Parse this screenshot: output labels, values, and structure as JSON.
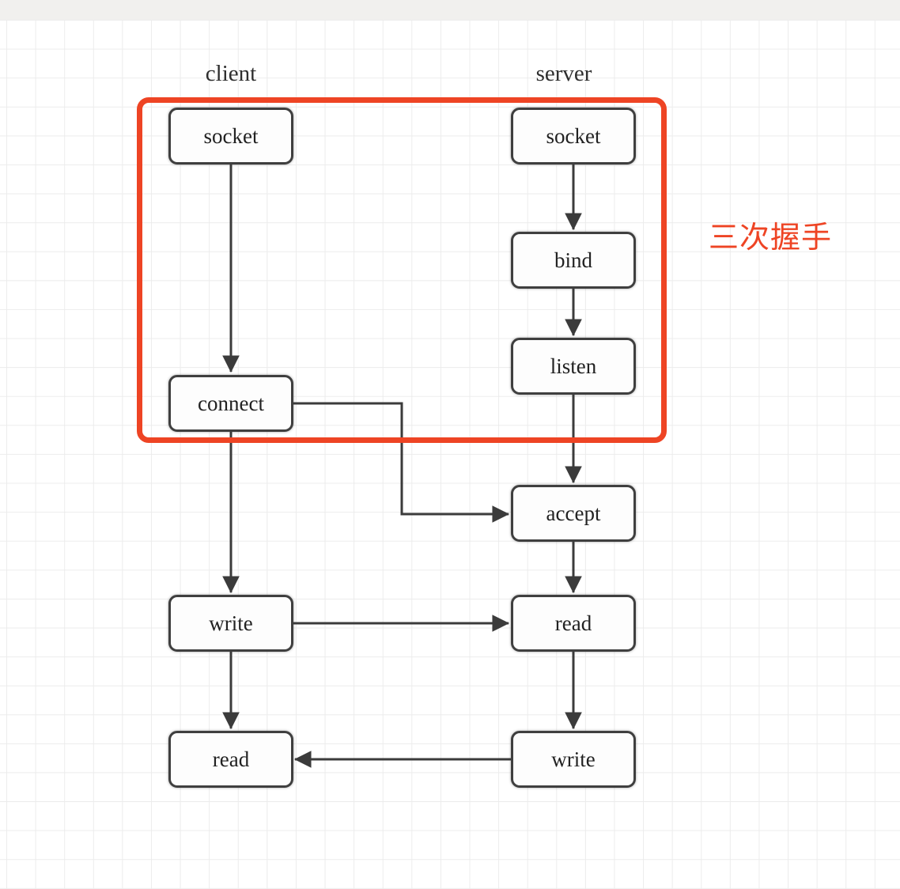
{
  "diagram": {
    "client": {
      "title": "client",
      "nodes": [
        "socket",
        "connect",
        "write",
        "read"
      ]
    },
    "server": {
      "title": "server",
      "nodes": [
        "socket",
        "bind",
        "listen",
        "accept",
        "read",
        "write"
      ]
    },
    "annotation": "三次握手",
    "colors": {
      "accent": "#ee4424",
      "line": "#3b3b3b",
      "grid_line": "#ececec",
      "canvas_bg": "#ffffff",
      "margin_bg": "#f1f0ee"
    }
  }
}
